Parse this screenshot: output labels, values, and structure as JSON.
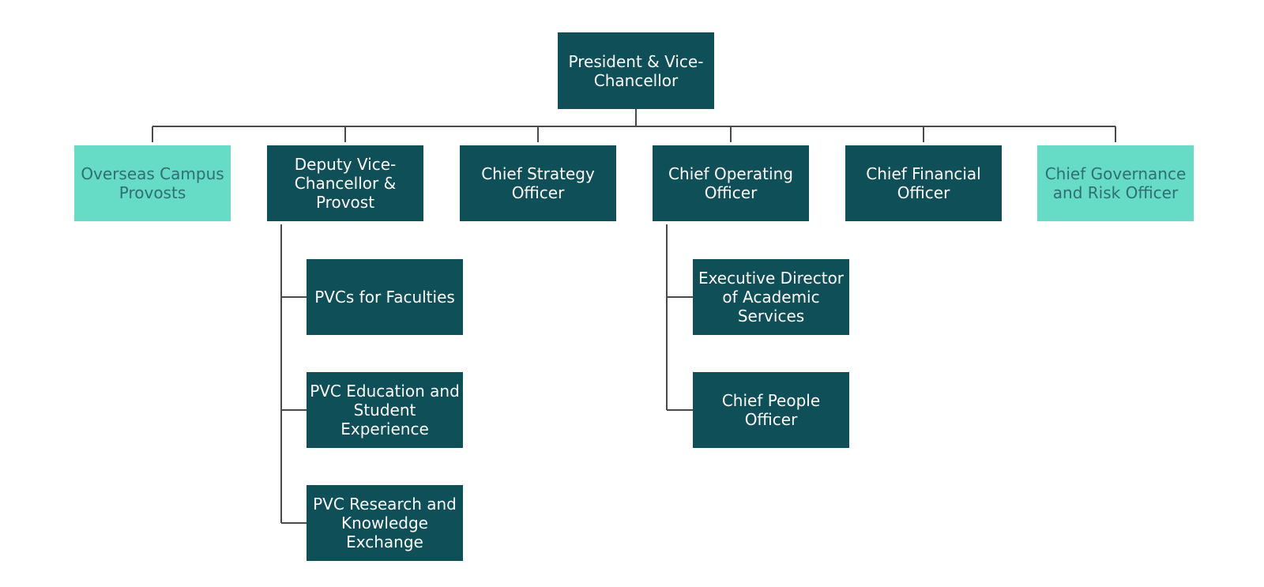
{
  "colors": {
    "dark_box": "#0e4f58",
    "light_box": "#66dcc6",
    "dark_text": "#ffffff",
    "light_text": "#2d6f72",
    "connector": "#4a4a4a"
  },
  "nodes": {
    "president": "President & Vice-Chancellor",
    "overseas": "Overseas Campus Provosts",
    "deputy": "Deputy Vice-Chancellor & Provost",
    "strategy": "Chief Strategy Officer",
    "operating": "Chief Operating Officer",
    "financial": "Chief Financial Officer",
    "governance": "Chief Governance and Risk Officer",
    "pvc_faculties": "PVCs for Faculties",
    "pvc_education": "PVC Education and Student Experience",
    "pvc_research": "PVC Research and Knowledge Exchange",
    "exec_director": "Executive Director of Academic Services",
    "people": "Chief People Officer"
  }
}
